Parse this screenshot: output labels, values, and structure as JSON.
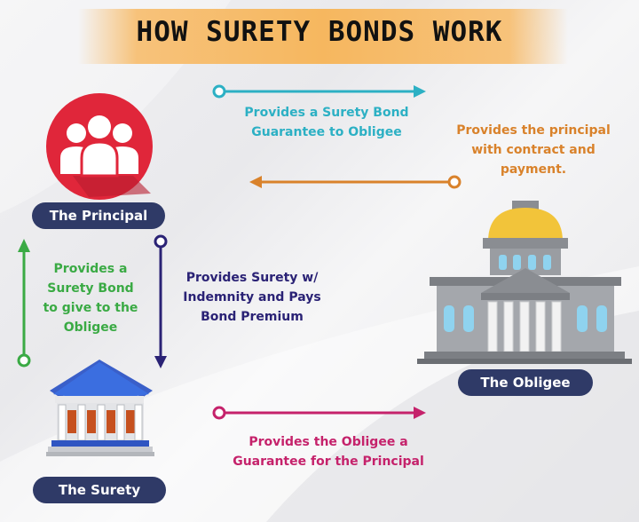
{
  "title": "HOW SURETY BONDS WORK",
  "nodes": {
    "principal": "The Principal",
    "obligee": "The Obligee",
    "surety": "The Surety"
  },
  "flows": {
    "principal_to_obligee": [
      "Provides a Surety Bond",
      "Guarantee to Obligee"
    ],
    "obligee_to_principal": [
      "Provides the principal",
      "with contract and",
      "payment."
    ],
    "surety_to_principal": [
      "Provides a",
      "Surety Bond",
      "to give to the",
      "Obligee"
    ],
    "principal_to_surety": [
      "Provides Surety w/",
      "Indemnity and Pays",
      "Bond Premium"
    ],
    "surety_to_obligee": [
      "Provides the Obligee a",
      "Guarantee for the Principal"
    ]
  },
  "colors": {
    "title_band": "#f6b75f",
    "pill": "#2f3a67",
    "teal": "#2cb0c4",
    "orange": "#d9822b",
    "green": "#3aaa44",
    "navy": "#2a2275",
    "magenta": "#c5226b",
    "principal_icon": "#e0263a"
  },
  "icons": {
    "principal": "group-people-icon",
    "obligee": "government-building-icon",
    "surety": "bank-building-icon"
  }
}
